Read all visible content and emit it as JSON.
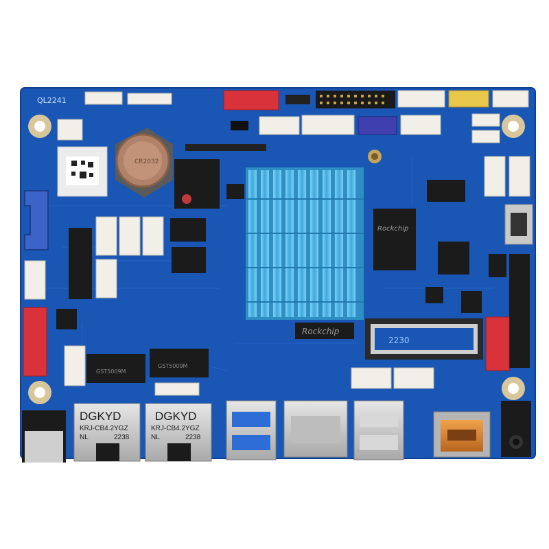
{
  "colors": {
    "pcb": "#1a57b5",
    "pcb_edge": "#0f3f8f",
    "heatsink": "#49b8e8",
    "connector_white": "#f1efe8",
    "connector_red": "#d9323a",
    "connector_yellow": "#e8c84a",
    "metal": "#c9c9c9",
    "hdmi_gold": "#d9822b",
    "sata_blue": "#3b63c8"
  },
  "board": {
    "silk_id": "QL2241",
    "soc_brand": "Rockchip",
    "heatsink_brand": "Rockchip",
    "m2_label": "2230",
    "transformer_left": "GST5009M",
    "transformer_right": "GST5009M",
    "rj45_left": {
      "brand": "DGKYD",
      "model": "KRJ-CB4.2YGZ",
      "nl": "NL",
      "code": "2238"
    },
    "rj45_right": {
      "brand": "DGKYD",
      "model": "KRJ-CB4.2YGZ",
      "nl": "NL",
      "code": "2238"
    }
  },
  "icons": {
    "coin_cell": "coin-battery-icon",
    "heatsink": "heatsink-icon",
    "usb": "usb-port-icon",
    "hdmi": "hdmi-port-icon",
    "ethernet": "ethernet-jack-icon",
    "sd": "sd-card-slot-icon",
    "sata": "sata-connector-icon",
    "m2": "m2-slot-icon"
  }
}
